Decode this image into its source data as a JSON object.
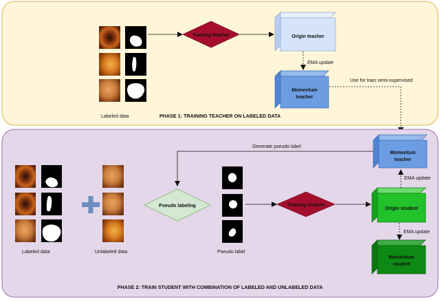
{
  "phase1": {
    "title": "PHASE 1: TRAINING TEACHER ON LABELED DATA",
    "labeled_data_caption": "Labeled data",
    "diamond_label": "Training teacher",
    "origin_teacher": "Origin teacher",
    "ema_update": "EMA update",
    "momentum_teacher_line1": "Momentum",
    "momentum_teacher_line2": "teacher",
    "use_for_train": "Use for train semi-supervised"
  },
  "phase2": {
    "title": "PHASE 2: TRAIN STUDENT WITH COMBINATION OF LABELED AND UNLABELED DATA",
    "generate_pseudo_label": "Generate pseudo label",
    "momentum_teacher_line1": "Momentum",
    "momentum_teacher_line2": "teacher",
    "ema_update_top": "EMA update",
    "labeled_data_caption": "Labeled data",
    "unlabeled_data_caption": "Unlabeled data",
    "pseudo_labeling": "Pseudo labeling",
    "pseudo_label_caption": "Pseudo label",
    "training_student": "Training student",
    "origin_student": "Origin student",
    "ema_update_bottom": "EMA update",
    "momentum_student_line1": "Momentum",
    "momentum_student_line2": "student"
  },
  "colors": {
    "phase1_bg": "#fff5d9",
    "phase1_border": "#d6b656",
    "phase2_bg": "#e4d7ea",
    "phase2_border": "#9673a6",
    "diamond_red": "#a50f2d",
    "diamond_green": "#d5e8d4",
    "cube_light_blue": "#d6e4fb",
    "cube_blue": "#6c9de3",
    "cube_green_light": "#22c22a",
    "cube_green_dark": "#0d8a13",
    "plus_blue": "#6c8ebf"
  }
}
